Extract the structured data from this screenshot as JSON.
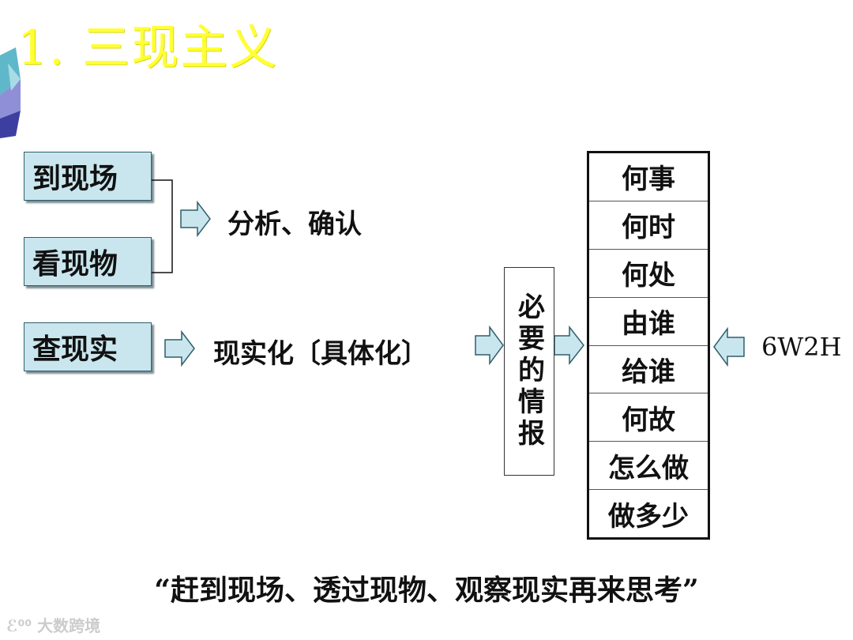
{
  "title": "1. 三现主义",
  "left_boxes": [
    "到现场",
    "看现物",
    "查现实"
  ],
  "result_1": "分析、确认",
  "result_2": "现实化〔具体化〕",
  "info_box": "必要的情报",
  "w_items": [
    "何事",
    "何时",
    "何处",
    "由谁",
    "给谁",
    "何故",
    "怎么做",
    "做多少"
  ],
  "method_label": "6W2H",
  "quote": "“赶到现场、透过现物、观察现实再来思考”",
  "watermark": "大数跨境",
  "colors": {
    "title": "#ffff33",
    "box_fill": "#c9e6ee",
    "arrow_fill": "#c9e6ee"
  }
}
